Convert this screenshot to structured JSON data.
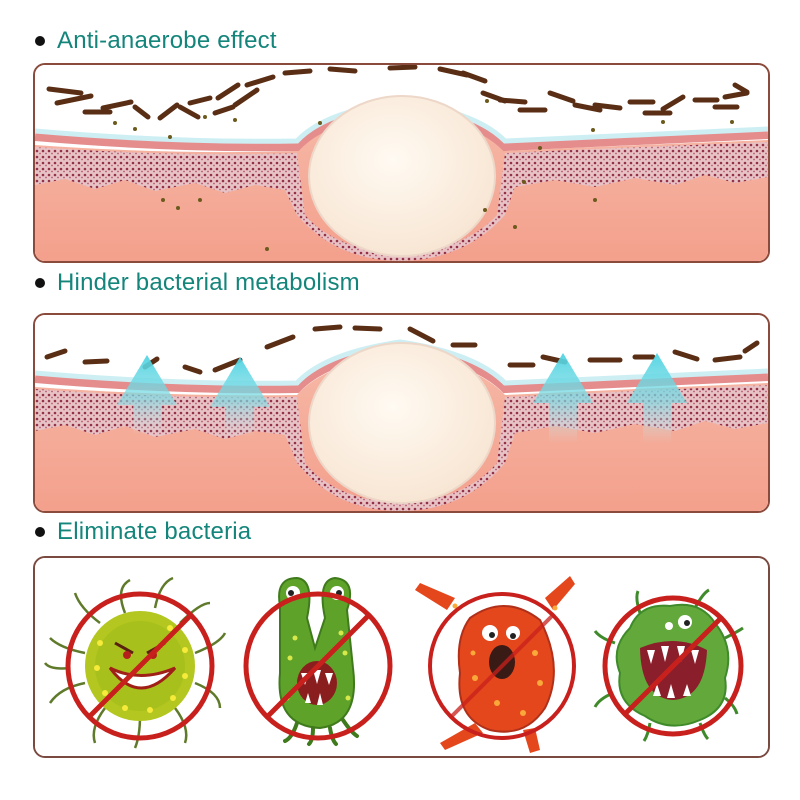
{
  "sections": [
    {
      "heading": "Anti-anaerobe effect",
      "illustration": "skin-cross-section-with-patch-and-bacteria"
    },
    {
      "heading": "Hinder bacterial metabolism",
      "illustration": "skin-cross-section-with-oxygen-arrows"
    },
    {
      "heading": "Eliminate bacteria",
      "illustration": "prohibited-germs"
    }
  ],
  "germs": [
    {
      "name": "yellow-green-spiky-virus",
      "body_color": "#a6c21f"
    },
    {
      "name": "green-bug-eyed-bacterium",
      "body_color": "#5fa22a"
    },
    {
      "name": "orange-scared-bacterium",
      "body_color": "#e5471d"
    },
    {
      "name": "green-blob-virus",
      "body_color": "#63a83a"
    }
  ],
  "colors": {
    "heading": "#14857b",
    "panel_border": "#8a4a3c",
    "skin": "#f3a995",
    "prohibit": "#c8201c",
    "arrow": "#5fd6e0"
  }
}
